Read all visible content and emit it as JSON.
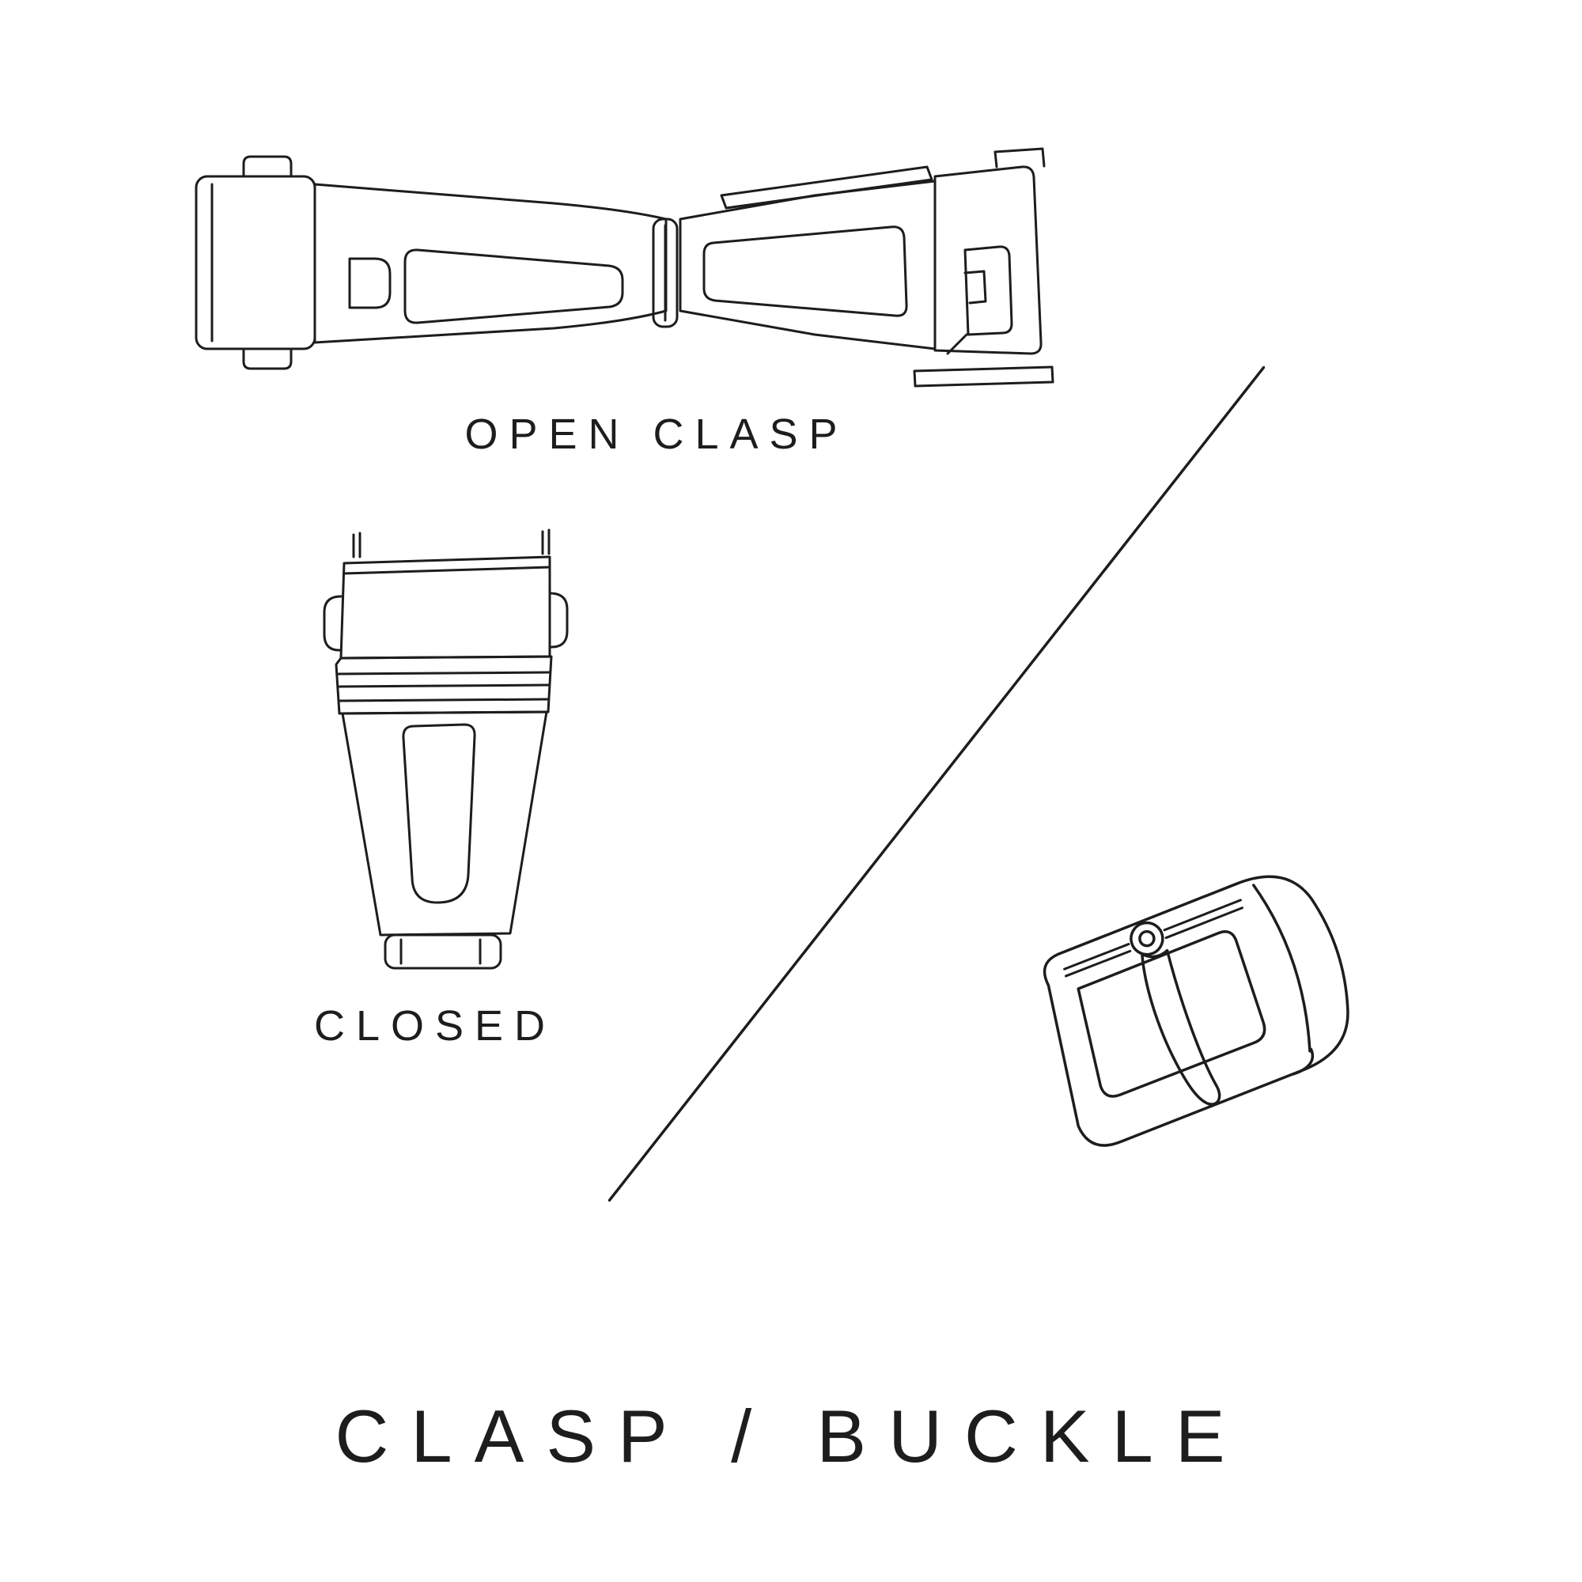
{
  "theme": {
    "background": "#ffffff",
    "line_color": "#1d1d1d",
    "text_color": "#1d1d1d"
  },
  "title": "CLASP / BUCKLE",
  "figures": {
    "open_clasp": {
      "label": "OPEN CLASP"
    },
    "closed_clasp": {
      "label": "CLOSED"
    }
  }
}
